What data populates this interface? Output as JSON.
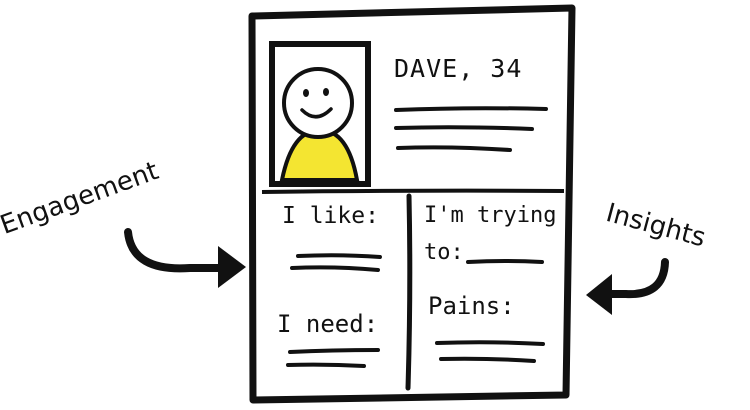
{
  "card": {
    "name_age": "DAVE, 34",
    "like_label": "I like:",
    "need_label": "I need:",
    "trying_line1": "I'm trying",
    "trying_line2": "to:",
    "pains_label": "Pains:"
  },
  "annotations": {
    "left": "Engagement",
    "right": "Insights"
  },
  "colors": {
    "ink": "#111111",
    "avatar_shirt": "#f4e531",
    "paper": "#ffffff"
  },
  "icons": {
    "avatar": "smiley-person-icon",
    "left_arrow": "curved-arrow-right-icon",
    "right_arrow": "curved-arrow-left-icon"
  }
}
